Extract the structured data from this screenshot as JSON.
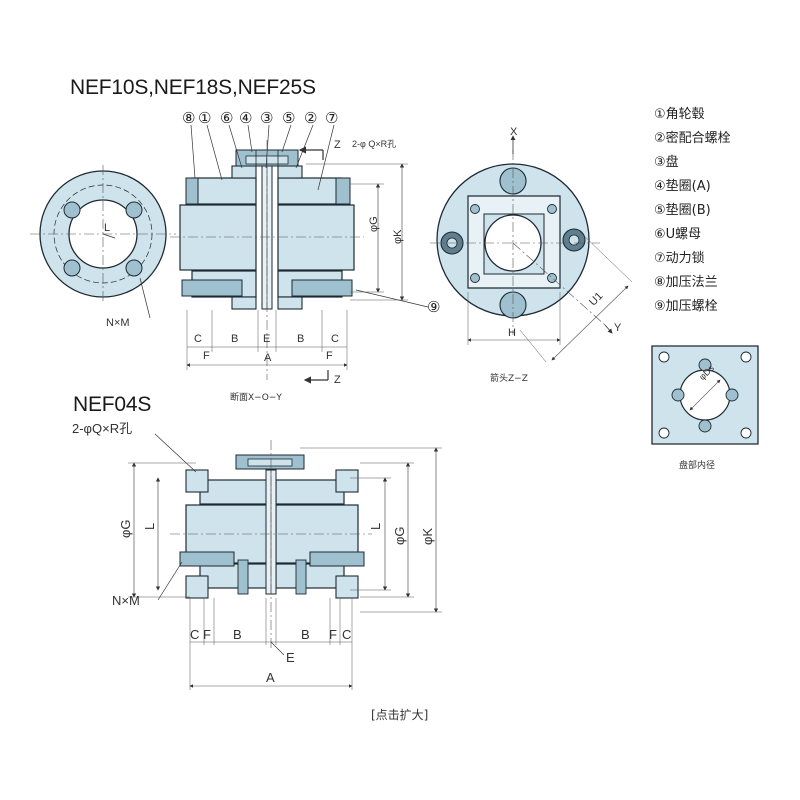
{
  "titles": {
    "top": "NEF10S,NEF18S,NEF25S",
    "bottom": "NEF04S"
  },
  "legend": [
    "①角轮毂",
    "②密配合螺栓",
    "③盘",
    "④垫圈(A)",
    "⑤垫圈(B)",
    "⑥U螺母",
    "⑦动力锁",
    "⑧加压法兰",
    "⑨加压螺栓"
  ],
  "top_callouts": [
    "⑧",
    "①",
    "⑥",
    "④",
    "③",
    "⑤",
    "②",
    "⑦"
  ],
  "callout_nine": "⑨",
  "top_dims": {
    "hole_spec": "2-φ Q×R孔",
    "z_top": "Z",
    "z_bottom": "Z",
    "x": "X",
    "y": "Y",
    "h": "H",
    "u1": "U1",
    "phi_g": "φG",
    "phi_k": "φK",
    "l": "L",
    "n_m": "N×M",
    "c_left": "C",
    "b_left": "B",
    "e": "E",
    "b_right": "B",
    "c_right": "C",
    "f_left": "F",
    "a": "A",
    "f_right": "F"
  },
  "captions": {
    "section": "断面X−O−Y",
    "arrow_view": "箭头Z−Z",
    "disk_bore": "盘部内径",
    "disk_bore_dim": "φDs"
  },
  "bottom_dims": {
    "hole_spec": "2-φQ×R孔",
    "phi_g_left": "φG",
    "l_left": "L",
    "l_right": "L",
    "phi_g_right": "φG",
    "phi_k": "φK",
    "n_m": "N×M",
    "c_left": "C",
    "f_left": "F",
    "b_left": "B",
    "b_right": "B",
    "f_right": "F",
    "c_right": "C",
    "e": "E",
    "a": "A"
  },
  "enlarge_link": "[点击扩大]",
  "colors": {
    "part_fill": "#cfe3ec",
    "part_dark": "#9fc0cf",
    "line": "#1e2a33",
    "dim_line": "#555555"
  }
}
